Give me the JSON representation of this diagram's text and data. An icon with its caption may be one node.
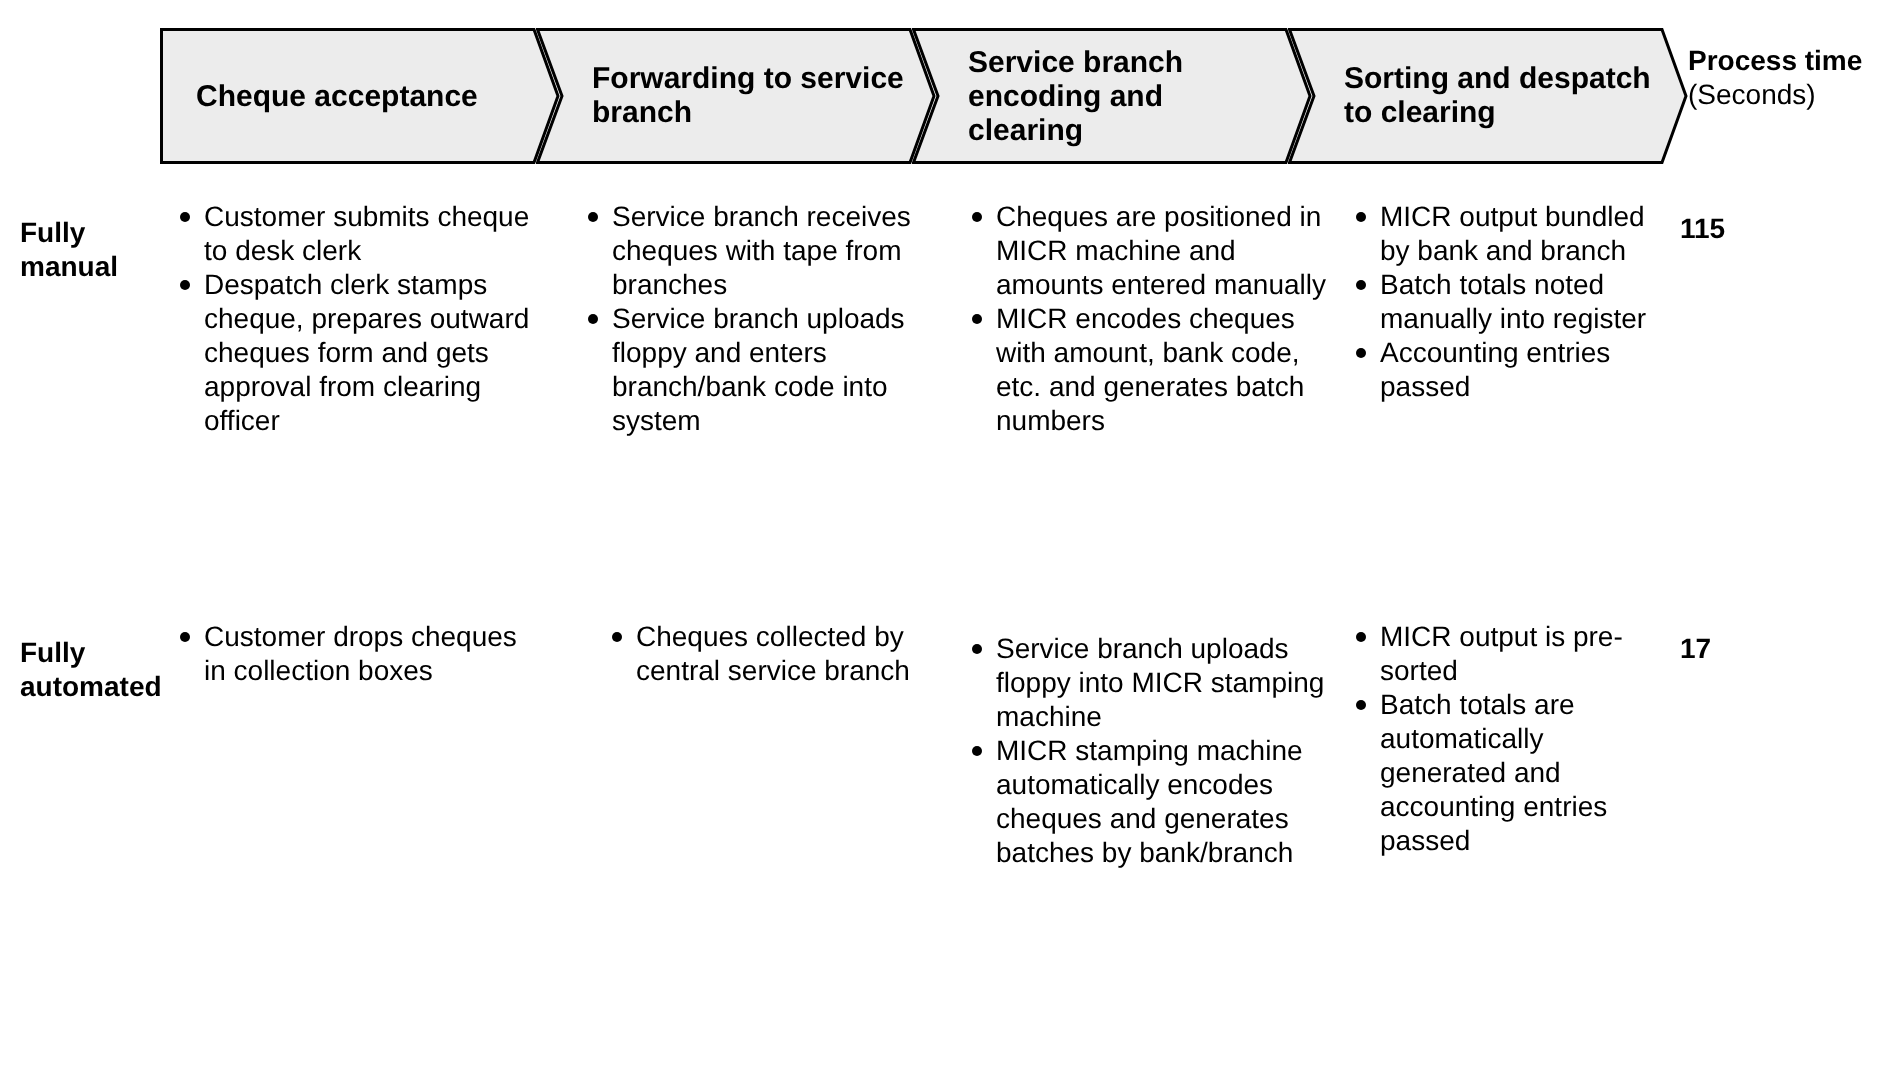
{
  "diagram": {
    "nodes": [
      {
        "text": [
          "Cheque acceptance"
        ]
      },
      {
        "text": [
          "Forwarding to service branch"
        ]
      },
      {
        "text": [
          "Service branch encoding and clearing"
        ]
      },
      {
        "text": [
          "Sorting and despatch to clearing"
        ]
      }
    ],
    "labels": [
      "**Process time** (Seconds)",
      "Fully manual",
      "Customer submits cheque to desk clerk",
      "Despatch clerk stamps cheque, prepares outward cheques form and gets approval from clearing officer",
      "Service branch receives cheques with tape from branches",
      "Service branch uploads floppy and enters branch/bank code into system",
      "Cheques are positioned in MICR machine and amounts entered manually",
      "MICR encodes cheques with amount, bank code, etc. and generates batch numbers",
      "MICR output bundled by bank and branch",
      "Batch totals noted manually into register",
      "Accounting entries passed",
      "115",
      "Fully automated",
      "Customer drops cheques in collection boxes",
      "Cheques collected by central service branch",
      "Service branch uploads floppy into MICR stamping machine",
      "MICR stamping machine automatically encodes cheques and generates batches by bank/branch",
      "MICR output is pre-sorted",
      "Batch totals are automatically generated and accounting entries passed",
      "17"
    ]
  }
}
